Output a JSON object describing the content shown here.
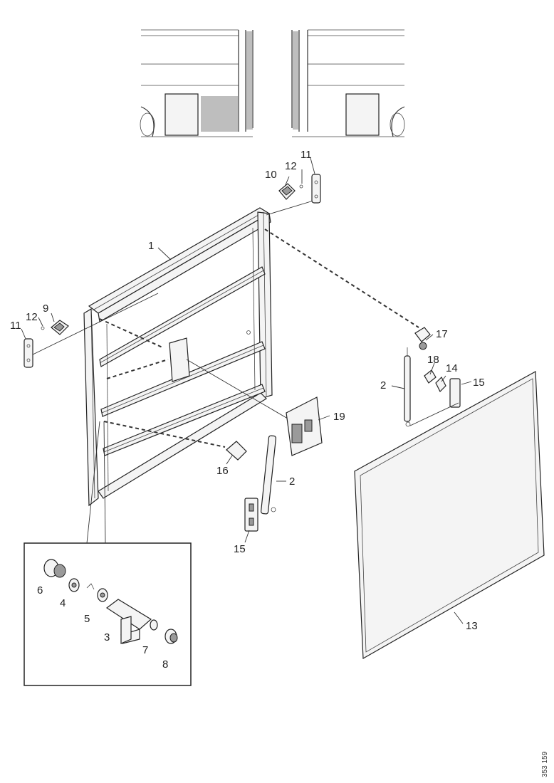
{
  "diagram": {
    "callouts": [
      {
        "id": "c1",
        "text": "1"
      },
      {
        "id": "c2a",
        "text": "2"
      },
      {
        "id": "c2b",
        "text": "2"
      },
      {
        "id": "c3",
        "text": "3"
      },
      {
        "id": "c4",
        "text": "4"
      },
      {
        "id": "c5",
        "text": "5"
      },
      {
        "id": "c6",
        "text": "6"
      },
      {
        "id": "c7",
        "text": "7"
      },
      {
        "id": "c8",
        "text": "8"
      },
      {
        "id": "c9",
        "text": "9"
      },
      {
        "id": "c10",
        "text": "10"
      },
      {
        "id": "c11a",
        "text": "11"
      },
      {
        "id": "c11b",
        "text": "11"
      },
      {
        "id": "c12a",
        "text": "12"
      },
      {
        "id": "c12b",
        "text": "12"
      },
      {
        "id": "c13",
        "text": "13"
      },
      {
        "id": "c14",
        "text": "14"
      },
      {
        "id": "c15a",
        "text": "15"
      },
      {
        "id": "c15b",
        "text": "15"
      },
      {
        "id": "c16",
        "text": "16"
      },
      {
        "id": "c17",
        "text": "17"
      },
      {
        "id": "c18",
        "text": "18"
      },
      {
        "id": "c19",
        "text": "19"
      }
    ],
    "reference_code": "353 159"
  }
}
